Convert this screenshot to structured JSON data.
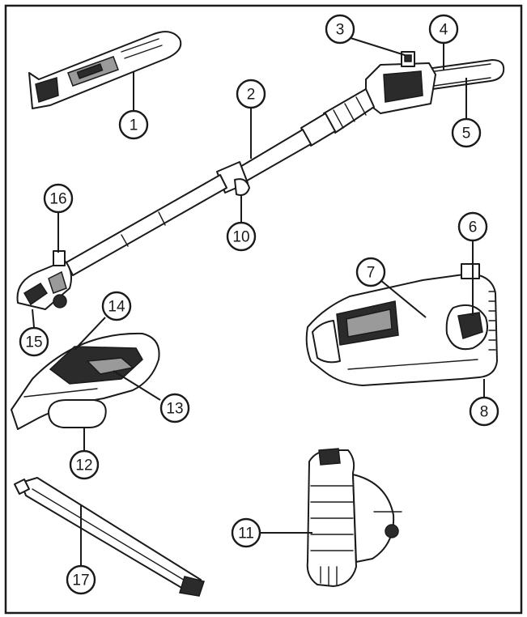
{
  "diagram": {
    "frame_color": "#1a1a1a",
    "callouts": [
      {
        "id": "1",
        "label": "1"
      },
      {
        "id": "2",
        "label": "2"
      },
      {
        "id": "3",
        "label": "3"
      },
      {
        "id": "4",
        "label": "4"
      },
      {
        "id": "5",
        "label": "5"
      },
      {
        "id": "6",
        "label": "6"
      },
      {
        "id": "7",
        "label": "7"
      },
      {
        "id": "8",
        "label": "8"
      },
      {
        "id": "10",
        "label": "10"
      },
      {
        "id": "11",
        "label": "11"
      },
      {
        "id": "12",
        "label": "12"
      },
      {
        "id": "13",
        "label": "13"
      },
      {
        "id": "14",
        "label": "14"
      },
      {
        "id": "15",
        "label": "15"
      },
      {
        "id": "16",
        "label": "16"
      },
      {
        "id": "17",
        "label": "17"
      }
    ]
  }
}
